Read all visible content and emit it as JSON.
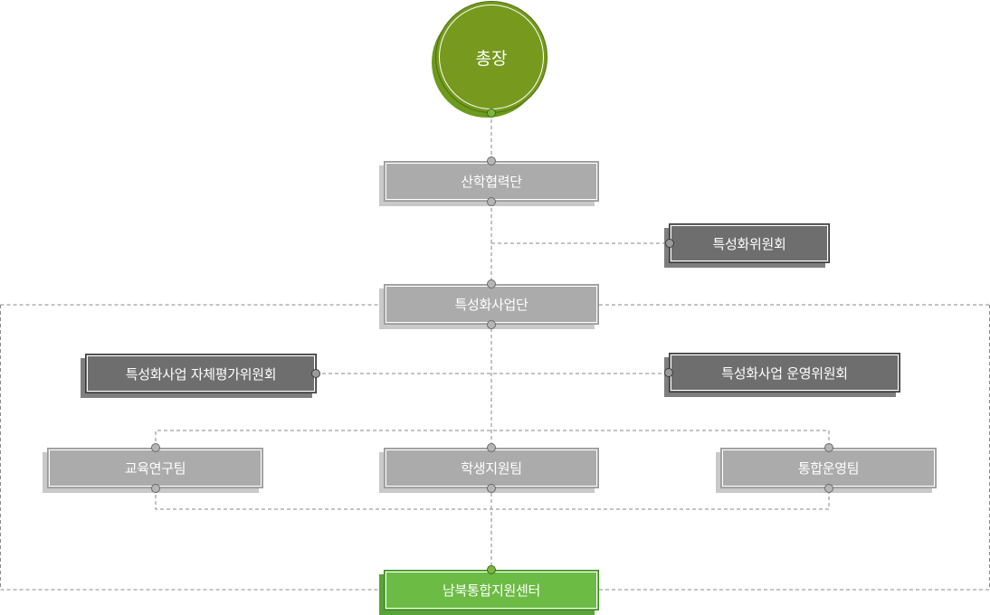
{
  "president": {
    "label": "총장"
  },
  "nodes": {
    "industry_cooperation": "산학협력단",
    "specialization_committee": "특성화위원회",
    "specialization_project_group": "특성화사업단",
    "self_evaluation_committee": "특성화사업 자체평가위원회",
    "steering_committee": "특성화사업 운영위원회",
    "education_research_team": "교육연구팀",
    "student_support_team": "학생지원팀",
    "integrated_operation_team": "통합운영팀",
    "north_south_center": "남북통합지원센터"
  },
  "colors": {
    "president": "#76991e",
    "gray_box": "#ababab",
    "dark_box": "#6e6e6e",
    "green_box": "#6cbb45",
    "connector": "#8a8a8a"
  }
}
